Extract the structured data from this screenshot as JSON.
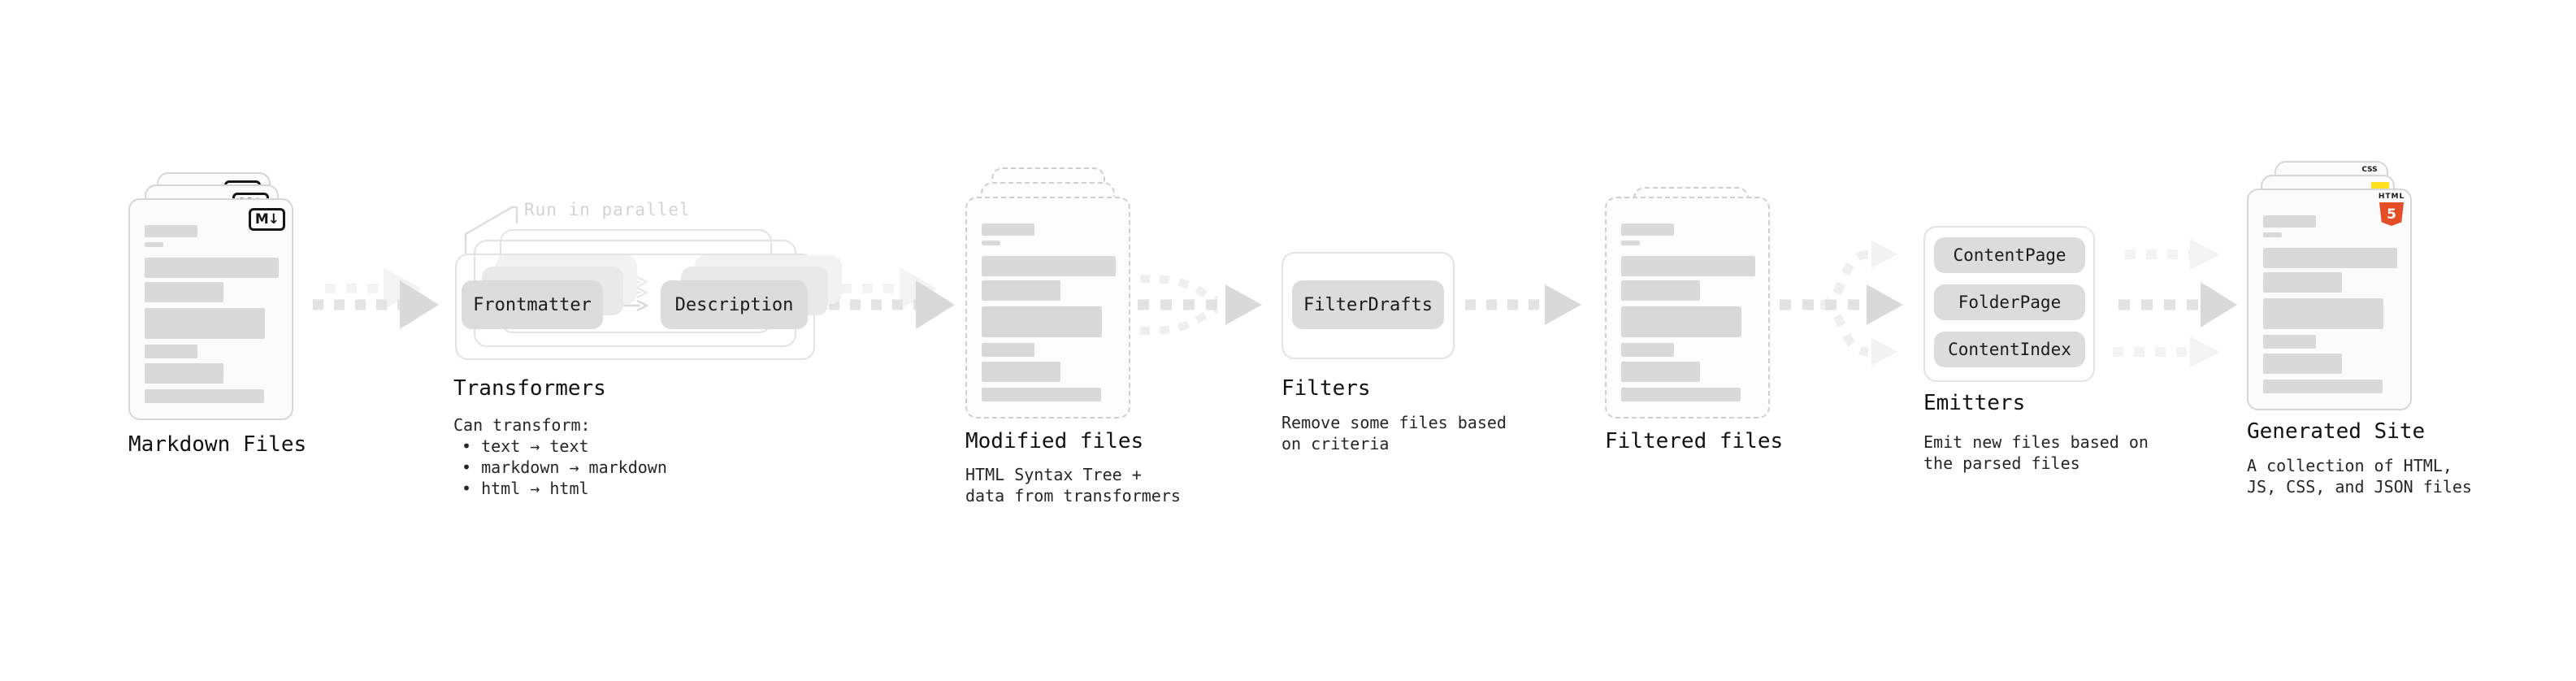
{
  "stages": {
    "markdown_files": {
      "label": "Markdown Files",
      "file_icon": "M↓"
    },
    "transformers": {
      "label": "Transformers",
      "note": "Run in parallel",
      "nodes": [
        "Frontmatter",
        "Description"
      ],
      "caption_title": "Can transform:",
      "capabilities": [
        "• text → text",
        "• markdown → markdown",
        "• html → html"
      ]
    },
    "modified_files": {
      "label": "Modified files",
      "caption_lines": [
        "HTML Syntax Tree +",
        "data from transformers"
      ]
    },
    "filters": {
      "label": "Filters",
      "nodes": [
        "FilterDrafts"
      ],
      "caption_lines": [
        "Remove some files based",
        "on criteria"
      ]
    },
    "filtered_files": {
      "label": "Filtered files"
    },
    "emitters": {
      "label": "Emitters",
      "nodes": [
        "ContentPage",
        "FolderPage",
        "ContentIndex"
      ],
      "caption_lines": [
        "Emit new files based on",
        "the parsed files"
      ]
    },
    "generated_site": {
      "label": "Generated Site",
      "caption_lines": [
        "A collection of HTML,",
        "JS, CSS, and JSON files"
      ],
      "css_icon": "CSS",
      "html_icon_title": "HTML",
      "html_icon_number": "5"
    }
  },
  "colors": {
    "html5_orange": "#e44d26",
    "css_blue": "#2b5ce4",
    "js_yellow": "#ffdf1e"
  }
}
